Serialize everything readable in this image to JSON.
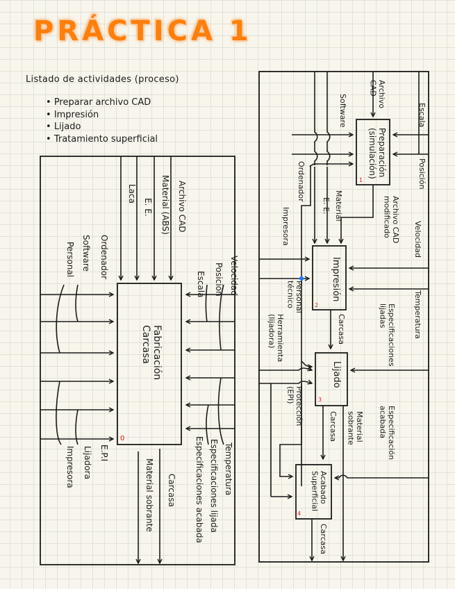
{
  "page": {
    "title": "PRÁCTICA 1",
    "title_color": "#ff7f0a",
    "list_heading": "Listado de actividades (proceso)",
    "activities": [
      "Preparar archivo CAD",
      "Impresión",
      "Lijado",
      "Tratamiento superficial"
    ]
  },
  "diagram_a0": {
    "process": {
      "label_lines": [
        "Fabricación",
        "Carcasa"
      ],
      "number": "0"
    },
    "inputs_top": [
      "Laca",
      "E. E.",
      "Material (ABS)",
      "Archivo CAD"
    ],
    "mechanisms_left": [
      "Personal",
      "Software",
      "Ordenador",
      "Impresora",
      "Lijadora",
      "E.P.I"
    ],
    "controls_right": [
      "Velocidad",
      "Posición",
      "Escala",
      "Temperatura",
      "Especificaciones lijada",
      "Especificaciones acabada"
    ],
    "outputs_bottom": [
      "Material sobrante",
      "Carcasa"
    ]
  },
  "diagram_a1": {
    "processes": [
      {
        "label_lines": [
          "Preparación",
          "(simulación)"
        ],
        "number": "1"
      },
      {
        "label_lines": [
          "Impresión"
        ],
        "number": "2"
      },
      {
        "label_lines": [
          "Lijado"
        ],
        "number": "3"
      },
      {
        "label_lines": [
          "Acabado",
          "Superficial"
        ],
        "number": "4"
      }
    ],
    "labels": {
      "archivo_cad": [
        "Archivo",
        "CAD"
      ],
      "software": "Software",
      "ordenador": "Ordenador",
      "escala": "Escala",
      "posicion": "Posición",
      "archivo_mod": [
        "Archivo CAD",
        "modificado"
      ],
      "ee": "E. E.",
      "material": "Material",
      "impresora": "Impresora",
      "velocidad": "Velocidad",
      "personal": [
        "Personal",
        "técnico"
      ],
      "herramienta": [
        "Herramienta",
        "(lijadora)"
      ],
      "temperatura": "Temperatura",
      "esp_lijado": [
        "Especificaciones",
        "lijadas"
      ],
      "carcasa_2": "Carcasa",
      "proteccion": [
        "Protección",
        "(EPI)"
      ],
      "carcasa_3": "Carcasa",
      "material_sobrante": [
        "Material",
        "sobrante"
      ],
      "esp_acabado": [
        "Especificación",
        "acabada"
      ],
      "carcasa_4": "Carcasa"
    },
    "number_color": "#e8141c",
    "junction_color": "#1e7bff"
  }
}
